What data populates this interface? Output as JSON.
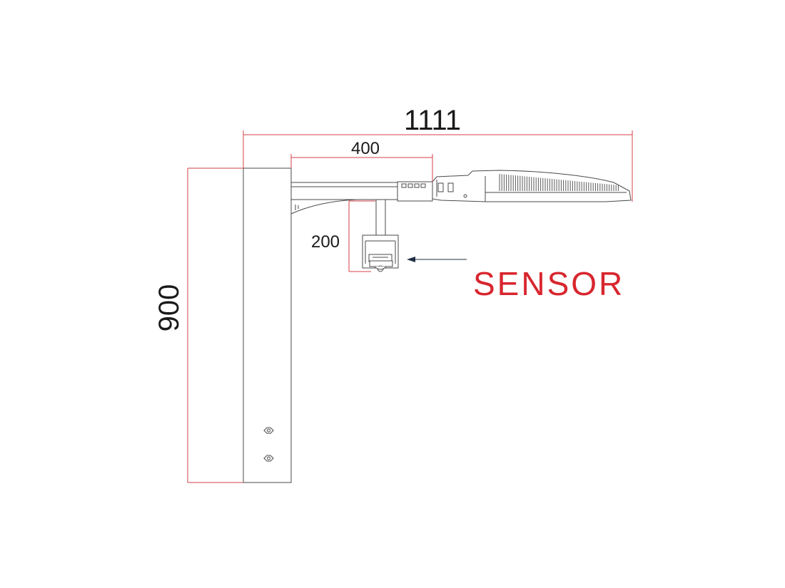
{
  "diagram": {
    "dimensions": {
      "overall_width": "1111",
      "arm_length": "400",
      "sensor_drop": "200",
      "pole_height": "900"
    },
    "callout": {
      "label": "SENSOR"
    },
    "colors": {
      "dimension_line": "#d6404a",
      "callout_text": "#d8262e",
      "outline": "#4a4a4a",
      "arrow": "#1f2f44"
    }
  }
}
